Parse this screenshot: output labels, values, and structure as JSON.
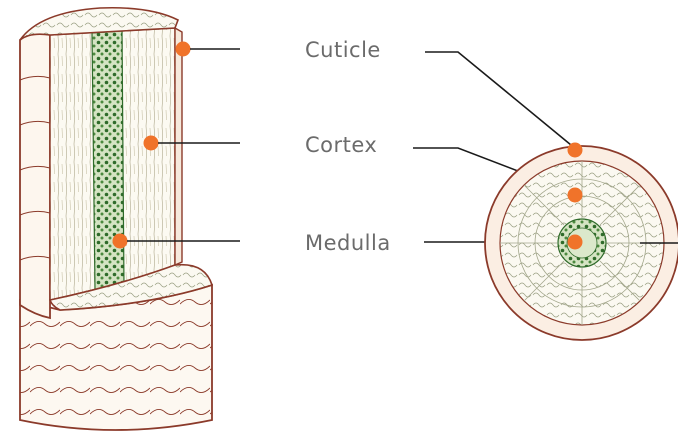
{
  "labels": {
    "cuticle": "Cuticle",
    "cortex": "Cortex",
    "medulla": "Medulla"
  },
  "colors": {
    "marker": "#f0732a",
    "outline": "#8b3a2a",
    "medulla_fill": "#2f6b2a",
    "label_text": "#6b6b6b"
  }
}
